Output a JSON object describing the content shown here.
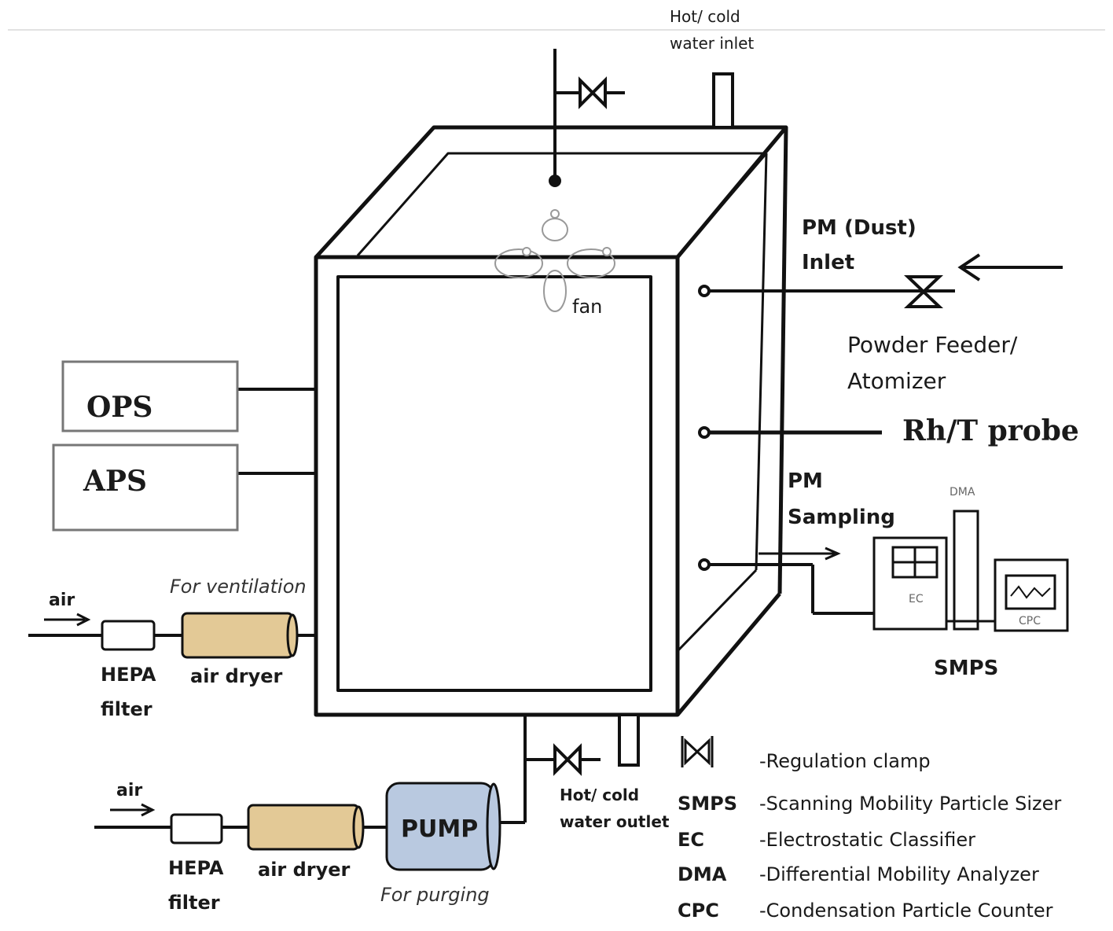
{
  "labels": {
    "water_inlet_1": "Hot/ cold",
    "water_inlet_2": "water inlet",
    "pm_inlet_1": "PM (Dust)",
    "pm_inlet_2": "Inlet",
    "fan": "fan",
    "feeder_1": "Powder Feeder/",
    "feeder_2": "Atomizer",
    "probe": "Rh/T probe",
    "sampling_1": "PM",
    "sampling_2": "Sampling",
    "dma_small": "DMA",
    "ec_small": "EC",
    "cpc_small": "CPC",
    "smps": "SMPS",
    "ops": "OPS",
    "aps": "APS",
    "for_ventilation": "For ventilation",
    "air_top": "air",
    "hepa_top_1": "HEPA",
    "hepa_top_2": "filter",
    "dryer_top": "air dryer",
    "air_bottom": "air",
    "hepa_bottom_1": "HEPA",
    "hepa_bottom_2": "filter",
    "dryer_bottom": "air dryer",
    "pump": "PUMP",
    "for_purging": "For purging",
    "water_outlet_1": "Hot/ cold",
    "water_outlet_2": "water outlet"
  },
  "legend": [
    {
      "abbr": "",
      "desc": "-Regulation  clamp"
    },
    {
      "abbr": "SMPS",
      "desc": "-Scanning Mobility Particle Sizer"
    },
    {
      "abbr": "EC",
      "desc": "-Electrostatic Classifier"
    },
    {
      "abbr": "DMA",
      "desc": "-Differential Mobility Analyzer"
    },
    {
      "abbr": "CPC",
      "desc": "-Condensation Particle Counter"
    }
  ],
  "colors": {
    "line": "#111111",
    "dryer": "#e3c996",
    "pump": "#b9c9e0",
    "box_border": "#777777"
  }
}
